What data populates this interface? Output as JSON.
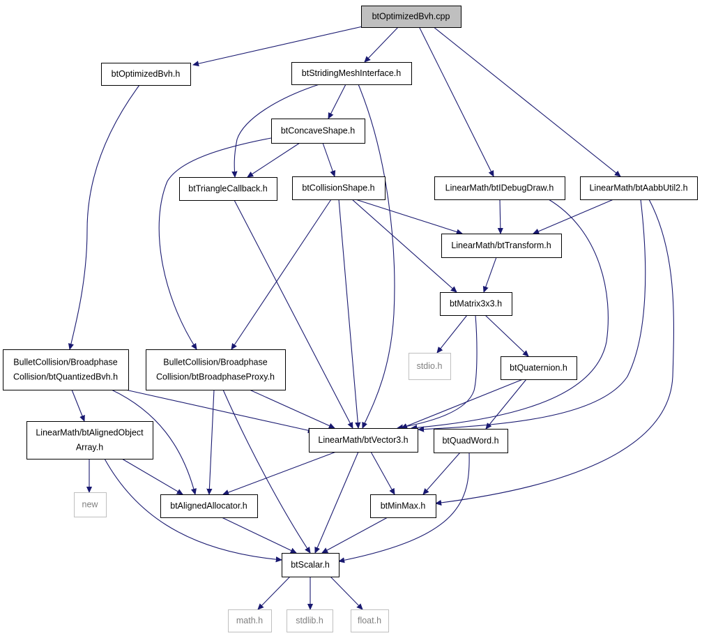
{
  "diagram": {
    "type": "include-dependency-graph",
    "colors": {
      "edge": "#191970",
      "root_fill": "#bfbfbf",
      "external_border": "#bfbfbf",
      "external_text": "#7f7f7f"
    },
    "nodes": [
      {
        "id": "root",
        "lines": [
          "btOptimizedBvh.cpp"
        ],
        "style": "root"
      },
      {
        "id": "optbvh_h",
        "lines": [
          "btOptimizedBvh.h"
        ],
        "style": "normal"
      },
      {
        "id": "striding",
        "lines": [
          "btStridingMeshInterface.h"
        ],
        "style": "normal"
      },
      {
        "id": "concave",
        "lines": [
          "btConcaveShape.h"
        ],
        "style": "normal"
      },
      {
        "id": "tricb",
        "lines": [
          "btTriangleCallback.h"
        ],
        "style": "normal"
      },
      {
        "id": "collshape",
        "lines": [
          "btCollisionShape.h"
        ],
        "style": "normal"
      },
      {
        "id": "idebug",
        "lines": [
          "LinearMath/btIDebugDraw.h"
        ],
        "style": "normal"
      },
      {
        "id": "aabb",
        "lines": [
          "LinearMath/btAabbUtil2.h"
        ],
        "style": "normal"
      },
      {
        "id": "transform",
        "lines": [
          "LinearMath/btTransform.h"
        ],
        "style": "normal"
      },
      {
        "id": "matrix",
        "lines": [
          "btMatrix3x3.h"
        ],
        "style": "normal"
      },
      {
        "id": "stdio",
        "lines": [
          "stdio.h"
        ],
        "style": "external"
      },
      {
        "id": "quat",
        "lines": [
          "btQuaternion.h"
        ],
        "style": "normal"
      },
      {
        "id": "quantbvh",
        "lines": [
          "BulletCollision/Broadphase",
          "Collision/btQuantizedBvh.h"
        ],
        "style": "normal"
      },
      {
        "id": "bproxy",
        "lines": [
          "BulletCollision/Broadphase",
          "Collision/btBroadphaseProxy.h"
        ],
        "style": "normal"
      },
      {
        "id": "alignedarr",
        "lines": [
          "LinearMath/btAlignedObject",
          "Array.h"
        ],
        "style": "normal"
      },
      {
        "id": "vector3",
        "lines": [
          "LinearMath/btVector3.h"
        ],
        "style": "normal"
      },
      {
        "id": "quadword",
        "lines": [
          "btQuadWord.h"
        ],
        "style": "normal"
      },
      {
        "id": "new",
        "lines": [
          "new"
        ],
        "style": "external"
      },
      {
        "id": "alloc",
        "lines": [
          "btAlignedAllocator.h"
        ],
        "style": "normal"
      },
      {
        "id": "minmax",
        "lines": [
          "btMinMax.h"
        ],
        "style": "normal"
      },
      {
        "id": "scalar",
        "lines": [
          "btScalar.h"
        ],
        "style": "normal"
      },
      {
        "id": "math",
        "lines": [
          "math.h"
        ],
        "style": "external"
      },
      {
        "id": "stdlib",
        "lines": [
          "stdlib.h"
        ],
        "style": "external"
      },
      {
        "id": "float",
        "lines": [
          "float.h"
        ],
        "style": "external"
      }
    ],
    "edges": [
      {
        "from": "root",
        "to": "optbvh_h"
      },
      {
        "from": "root",
        "to": "striding"
      },
      {
        "from": "root",
        "to": "idebug"
      },
      {
        "from": "root",
        "to": "aabb"
      },
      {
        "from": "optbvh_h",
        "to": "quantbvh"
      },
      {
        "from": "striding",
        "to": "concave"
      },
      {
        "from": "striding",
        "to": "tricb"
      },
      {
        "from": "striding",
        "to": "vector3"
      },
      {
        "from": "concave",
        "to": "tricb"
      },
      {
        "from": "concave",
        "to": "collshape"
      },
      {
        "from": "concave",
        "to": "bproxy"
      },
      {
        "from": "collshape",
        "to": "transform"
      },
      {
        "from": "collshape",
        "to": "matrix"
      },
      {
        "from": "collshape",
        "to": "bproxy"
      },
      {
        "from": "collshape",
        "to": "vector3"
      },
      {
        "from": "tricb",
        "to": "vector3"
      },
      {
        "from": "idebug",
        "to": "transform"
      },
      {
        "from": "idebug",
        "to": "vector3"
      },
      {
        "from": "aabb",
        "to": "transform"
      },
      {
        "from": "aabb",
        "to": "vector3"
      },
      {
        "from": "aabb",
        "to": "minmax"
      },
      {
        "from": "transform",
        "to": "matrix"
      },
      {
        "from": "matrix",
        "to": "stdio"
      },
      {
        "from": "matrix",
        "to": "quat"
      },
      {
        "from": "matrix",
        "to": "vector3"
      },
      {
        "from": "quat",
        "to": "vector3"
      },
      {
        "from": "quat",
        "to": "quadword"
      },
      {
        "from": "quantbvh",
        "to": "alignedarr"
      },
      {
        "from": "quantbvh",
        "to": "vector3"
      },
      {
        "from": "quantbvh",
        "to": "alloc"
      },
      {
        "from": "bproxy",
        "to": "vector3"
      },
      {
        "from": "bproxy",
        "to": "alloc"
      },
      {
        "from": "bproxy",
        "to": "scalar"
      },
      {
        "from": "alignedarr",
        "to": "new"
      },
      {
        "from": "alignedarr",
        "to": "alloc"
      },
      {
        "from": "alignedarr",
        "to": "scalar"
      },
      {
        "from": "vector3",
        "to": "alloc"
      },
      {
        "from": "vector3",
        "to": "minmax"
      },
      {
        "from": "vector3",
        "to": "scalar"
      },
      {
        "from": "quadword",
        "to": "minmax"
      },
      {
        "from": "quadword",
        "to": "scalar"
      },
      {
        "from": "alloc",
        "to": "scalar"
      },
      {
        "from": "minmax",
        "to": "scalar"
      },
      {
        "from": "scalar",
        "to": "math"
      },
      {
        "from": "scalar",
        "to": "stdlib"
      },
      {
        "from": "scalar",
        "to": "float"
      }
    ]
  }
}
